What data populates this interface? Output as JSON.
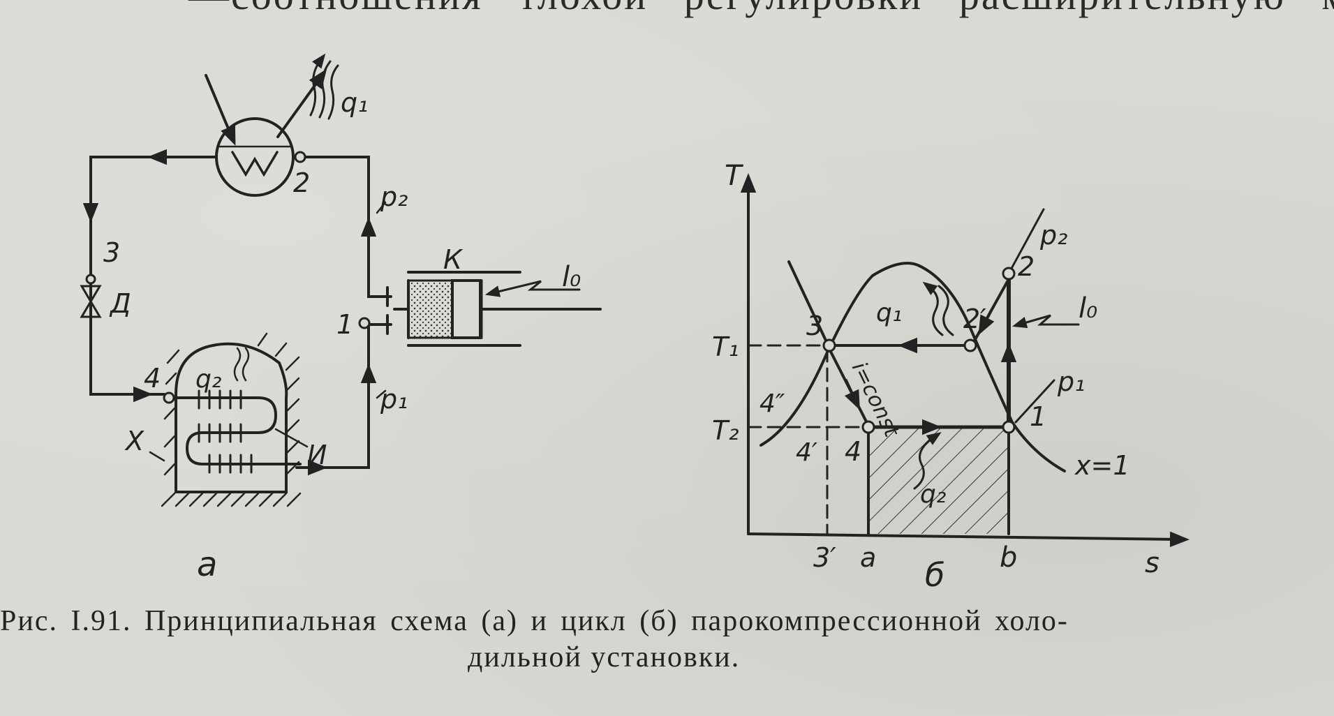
{
  "header_fragment": "—соотношения тлохой регулировки расширительную ма-",
  "schematic": {
    "panel_label": "а",
    "labels": {
      "q1": "q₁",
      "p2": "p₂",
      "p1": "p₁",
      "k": "К",
      "l0": "l₀",
      "n1": "1",
      "n2": "2",
      "n3": "3",
      "n4": "4",
      "d": "Д",
      "q2": "q₂",
      "x": "Х",
      "i": "И"
    }
  },
  "ts_diagram": {
    "panel_label": "б",
    "axis_t": "T",
    "axis_s": "s",
    "t1": "T₁",
    "t2": "T₂",
    "p2": "p₂",
    "p1": "p₁",
    "l0": "l₀",
    "q1": "q₁",
    "q2": "q₂",
    "iconst": "i=const",
    "x1": "x=1",
    "pt2": "2",
    "pt2p": "2′",
    "pt3": "3",
    "pt1": "1",
    "pt4": "4",
    "pt4p": "4′",
    "pt4pp": "4″",
    "s3p": "3′",
    "sa": "a",
    "sb": "b"
  },
  "caption": {
    "line1": "Рис. I.91. Принципиальная  схема  (а) и цикл  (б) парокомпрессионной холо-",
    "line2": "дильной  установки."
  }
}
